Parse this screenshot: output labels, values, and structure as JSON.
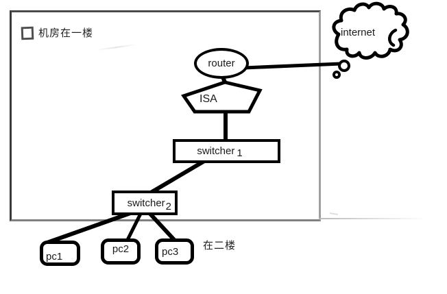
{
  "room_box": {
    "label": "机房在一楼"
  },
  "annotations": {
    "floor2": "在二楼"
  },
  "nodes": {
    "internet": {
      "label": "internet",
      "shape": "cloud"
    },
    "router": {
      "label": "router",
      "shape": "ellipse"
    },
    "isa": {
      "label": "ISA",
      "shape": "pentagon"
    },
    "switcher1": {
      "name": "switcher",
      "index": "1",
      "shape": "rectangle"
    },
    "switcher2": {
      "name": "switcher",
      "index": "2",
      "shape": "rectangle"
    },
    "pc1": {
      "label": "pc1",
      "shape": "rounded-rectangle"
    },
    "pc2": {
      "label": "pc2",
      "shape": "rounded-rectangle"
    },
    "pc3": {
      "label": "pc3",
      "shape": "rounded-rectangle"
    }
  },
  "edges": [
    {
      "from": "router",
      "to": "internet"
    },
    {
      "from": "router",
      "to": "isa"
    },
    {
      "from": "isa",
      "to": "switcher1"
    },
    {
      "from": "switcher1",
      "to": "switcher2"
    },
    {
      "from": "switcher2",
      "to": "pc1"
    },
    {
      "from": "switcher2",
      "to": "pc2"
    },
    {
      "from": "switcher2",
      "to": "pc3"
    }
  ],
  "colors": {
    "stroke": "#000000",
    "room_border": "#6e6e6e",
    "text": "#1a1a1a"
  }
}
